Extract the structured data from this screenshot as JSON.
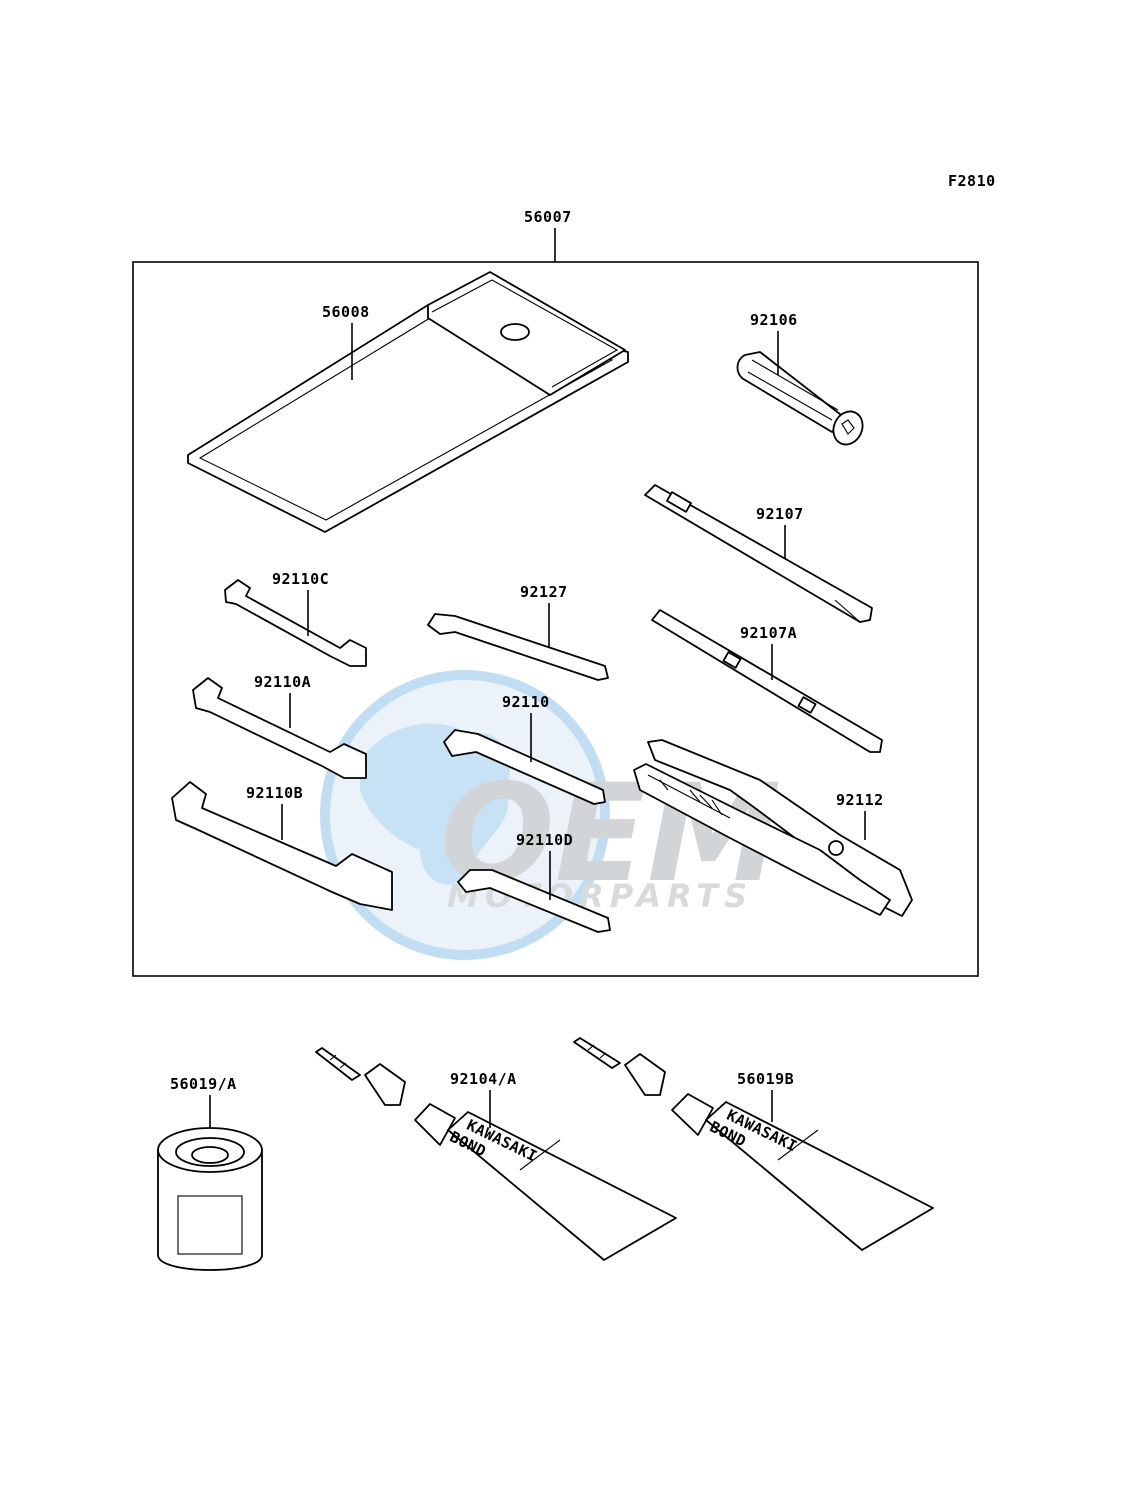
{
  "figure_code": "F2810",
  "kit_label": "56007",
  "parts": {
    "tool_bag": "56008",
    "plug_wrench": "92106",
    "screwdriver_phillips": "92107",
    "screwdriver_combo": "92107A",
    "wrench_small": "92110C",
    "wrench_medium": "92110A",
    "wrench_large": "92110B",
    "hex_key_large": "92127",
    "hex_key_medium": "92110",
    "hex_key_small": "92110D",
    "pliers": "92112",
    "oil_filter": "56019/A",
    "bond_tube_1": "92104/A",
    "bond_tube_2": "56019B"
  },
  "tube_print": {
    "line1": "KAWASAKI",
    "line2": "BOND"
  },
  "watermark": {
    "brand": "OEM",
    "sub": "MOTORPARTS"
  },
  "colors": {
    "line": "#000000",
    "watermark_blue": "#4aa3df",
    "watermark_grey": "#b8bcc0"
  }
}
